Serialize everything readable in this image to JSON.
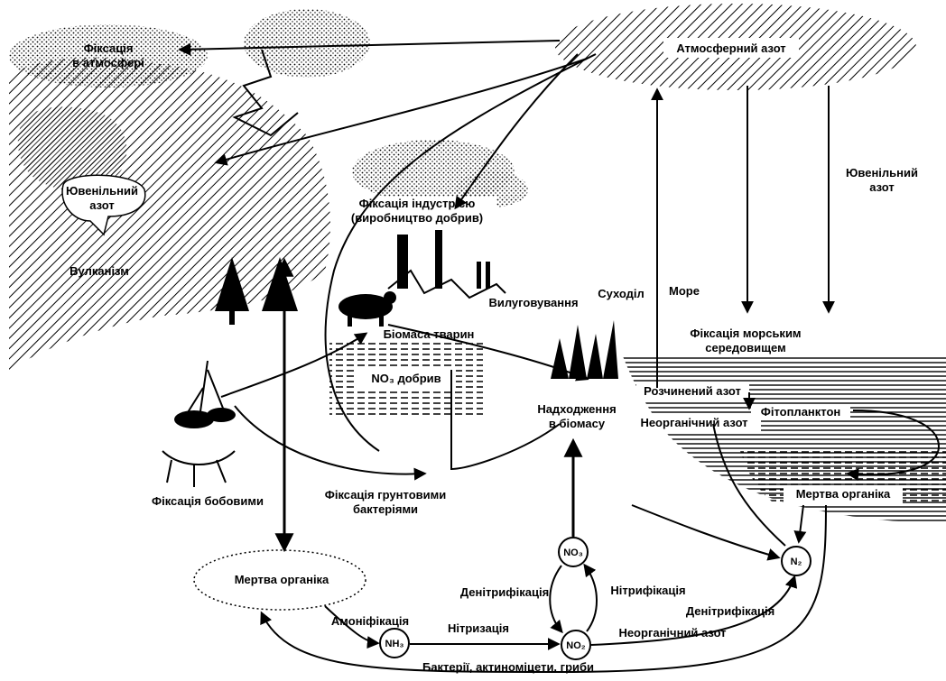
{
  "labels": {
    "fixation_atmosphere_1": "Фіксація",
    "fixation_atmosphere_2": "в атмосфері",
    "atmospheric_nitrogen": "Атмосферний азот",
    "juvenile_nitrogen_left_1": "Ювенільний",
    "juvenile_nitrogen_left_2": "азот",
    "volcanism": "Вулканізм",
    "industrial_fixation_1": "Фіксація індустрією",
    "industrial_fixation_2": "(виробництво добрив)",
    "juvenile_nitrogen_right_1": "Ювенільний",
    "juvenile_nitrogen_right_2": "азот",
    "land": "Суходіл",
    "sea": "Море",
    "leaching": "Вилуговування",
    "animal_biomass": "Біомаса тварин",
    "fertilizer_no3": "NO₃ добрив",
    "marine_fixation_1": "Фіксація морським",
    "marine_fixation_2": "середовищем",
    "dissolved_nitrogen": "Розчинений азот",
    "phytoplankton": "Фітопланктон",
    "inorganic_nitrogen_sea": "Неорганічний азот",
    "biomass_input_1": "Надходження",
    "biomass_input_2": "в біомасу",
    "dead_organic_sea": "Мертва органіка",
    "legume_fixation": "Фіксація бобовими",
    "soil_bacteria_fixation_1": "Фіксація грунтовими",
    "soil_bacteria_fixation_2": "бактеріями",
    "dead_organic_land": "Мертва органіка",
    "ammonification": "Амоніфікація",
    "nitrosation": "Нітризація",
    "denitrification_left": "Денітрифікація",
    "nitrification": "Нітрифікація",
    "denitrification_right": "Денітрифікація",
    "inorganic_nitrogen_land": "Неорганічний азот",
    "bacteria_fungi": "Бактерії, актиноміцети, гриби",
    "node_no3": "NO₃",
    "node_no2": "NO₂",
    "node_nh3": "NH₃",
    "node_n2": "N₂"
  }
}
